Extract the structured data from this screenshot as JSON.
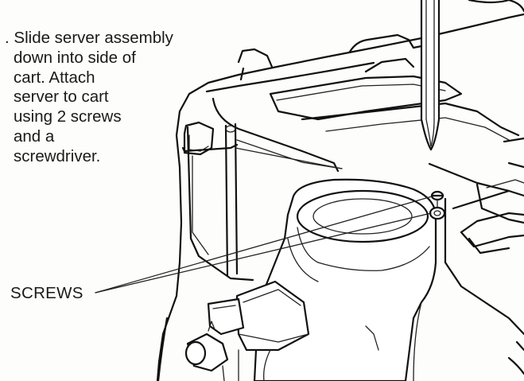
{
  "instruction": {
    "step_marker": ".",
    "lines": [
      "Slide server assembly",
      "down into side of",
      "cart. Attach",
      "server to cart",
      "using 2 screws",
      "and a",
      "screwdriver."
    ]
  },
  "callouts": {
    "screws_label": "SCREWS"
  },
  "colors": {
    "ink": "#111111",
    "paper": "#fdfdfb"
  }
}
